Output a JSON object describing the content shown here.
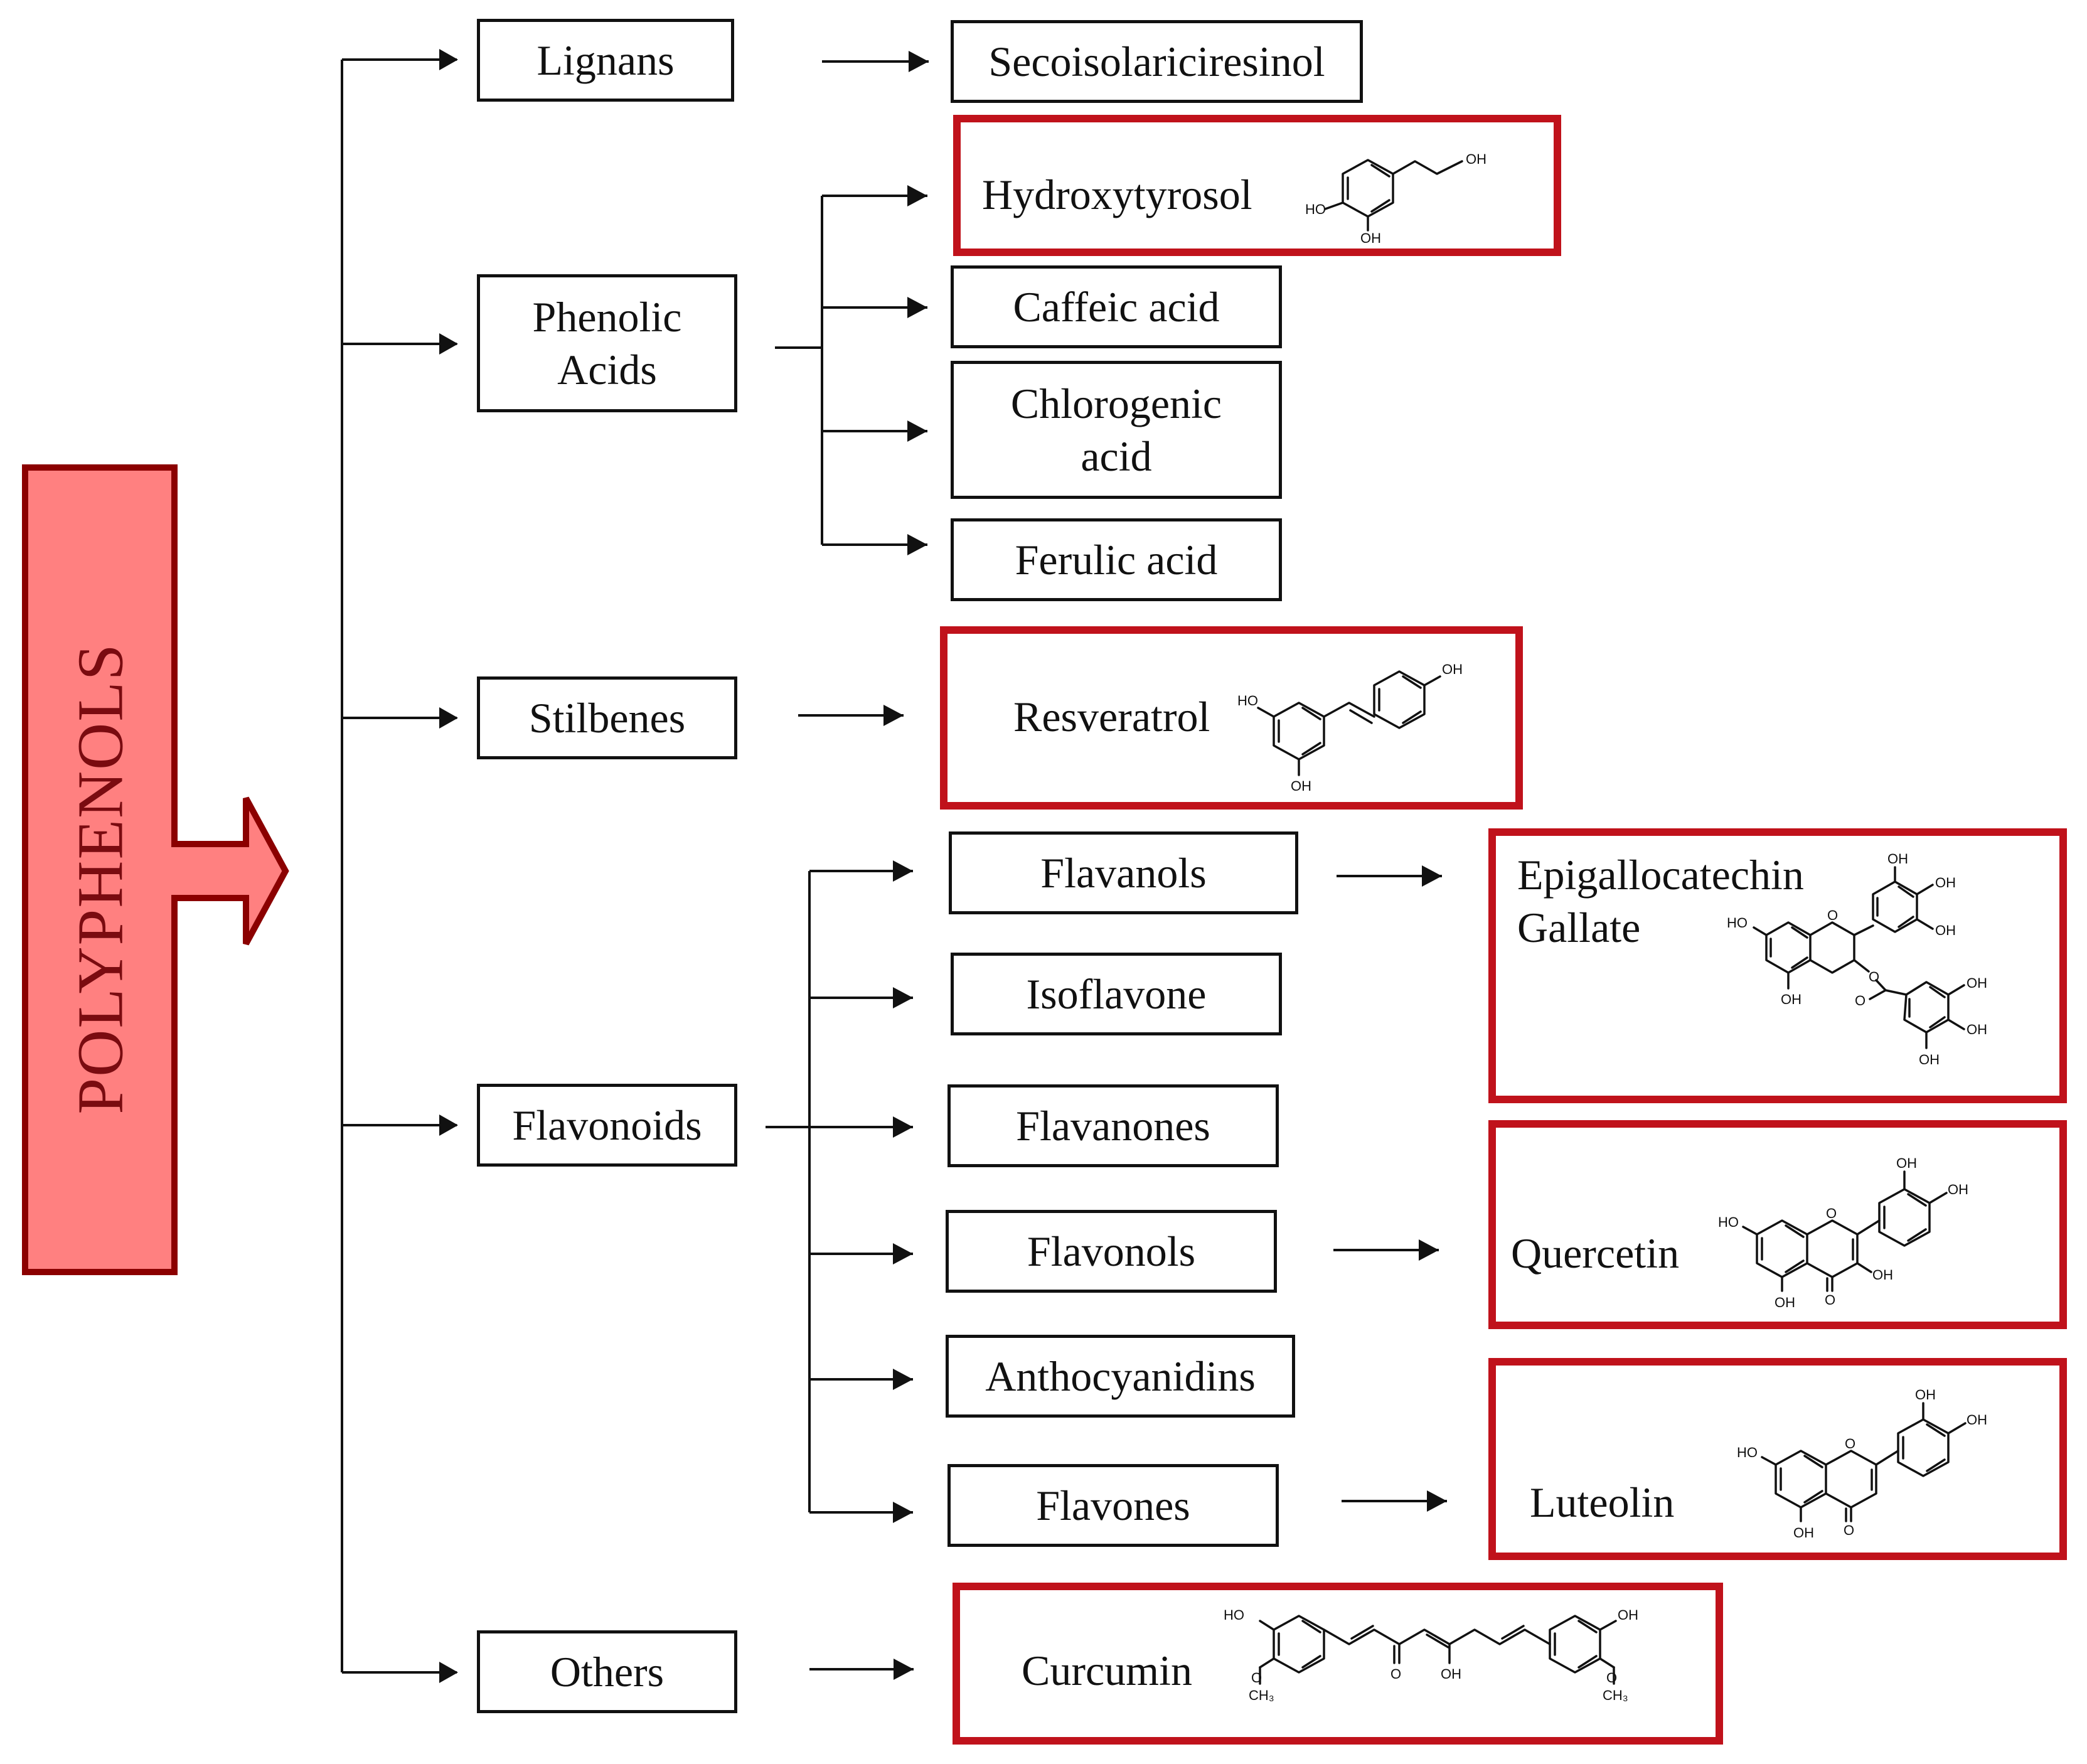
{
  "root": {
    "label": "POLYPHENOLS",
    "fill_color": "#ff8080",
    "border_color": "#8b0000"
  },
  "highlight_color": "#c0121b",
  "classes": [
    {
      "id": "lignans",
      "label": "Lignans"
    },
    {
      "id": "phenolic",
      "label": [
        "Phenolic",
        "Acids"
      ]
    },
    {
      "id": "stilbenes",
      "label": "Stilbenes"
    },
    {
      "id": "flavonoids",
      "label": "Flavonoids"
    },
    {
      "id": "others",
      "label": "Others"
    }
  ],
  "subclasses": {
    "phenolic": [
      "Caffeic acid",
      [
        "Chlorogenic",
        "acid"
      ],
      "Ferulic acid"
    ],
    "flavonoids": [
      "Flavanols",
      "Isoflavone",
      "Flavanones",
      "Flavonols",
      "Anthocyanidins",
      "Flavones"
    ]
  },
  "compounds": {
    "lignans": "Secoisolariciresinol",
    "phenolic": "Hydroxytyrosol",
    "stilbenes": "Resveratrol",
    "flavanols": [
      "Epigallocatechin",
      "Gallate"
    ],
    "flavonols": "Quercetin",
    "flavones": "Luteolin",
    "others": "Curcumin"
  },
  "structure_labels": {
    "hydroxyl": "OH",
    "hydroxyl_left": "HO",
    "carbonyl_oxygen": "O",
    "methyl": "CH₃"
  }
}
